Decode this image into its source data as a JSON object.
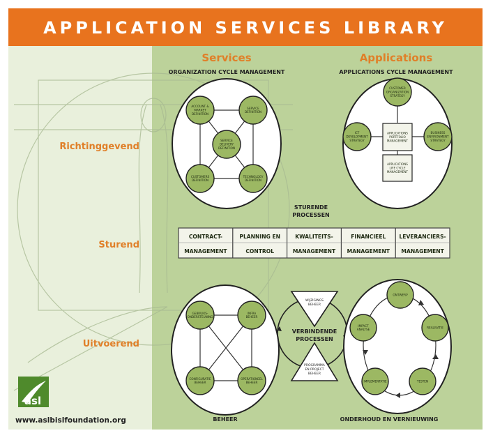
{
  "title": "APPLICATION SERVICES LIBRARY",
  "colors": {
    "banner": "#e8731e",
    "ochre": "#e07f28",
    "panel_green": "#bcd29a",
    "light_panel": "#e9f0dc",
    "node_fill": "#9cb863",
    "ellipse_fill": "#ffffff"
  },
  "columns": {
    "services": "Services",
    "applications": "Applications"
  },
  "subtitles": {
    "services": "ORGANIZATION CYCLE MANAGEMENT",
    "applications": "APPLICATIONS CYCLE MANAGEMENT"
  },
  "row_labels": {
    "richtinggevend": "Richtinggevend",
    "sturend": "Sturend",
    "uitvoerend": "Uitvoerend"
  },
  "organization_cycle": {
    "nodes": [
      [
        "ACCOUNT &",
        "MARKET",
        "DEFINITION"
      ],
      [
        "SERVICE",
        "DELIVERY",
        "DEFINITION"
      ],
      [
        "SERVICE",
        "DEFINITION"
      ],
      [
        "CUSTOMERS",
        "DEFINITION"
      ],
      [
        "TECHNOLOGY",
        "DEFINITION"
      ]
    ]
  },
  "applications_cycle": {
    "nodes": [
      [
        "CUSTOMER",
        "ORGANIZATION",
        "STRATEGY"
      ],
      [
        "ICT",
        "DEVELOPMENT",
        "STRATEGY"
      ],
      [
        "BUSINESS",
        "ENVIRONMENT",
        "STRATEGY"
      ]
    ],
    "boxes": [
      [
        "APPLICATIONS",
        "PORTFOLIO",
        "MANAGEMENT"
      ],
      [
        "APPLICATIONS",
        "LIFE CYCLE",
        "MANAGEMENT"
      ]
    ]
  },
  "sturende": {
    "heading": [
      "STURENDE",
      "PROCESSEN"
    ],
    "cells": [
      [
        "CONTRACT-",
        "MANAGEMENT"
      ],
      [
        "PLANNING EN",
        "CONTROL"
      ],
      [
        "KWALITEITS-",
        "MANAGEMENT"
      ],
      [
        "FINANCIEEL",
        "MANAGEMENT"
      ],
      [
        "LEVERANCIERS-",
        "MANAGEMENT"
      ]
    ]
  },
  "beheer": {
    "nodes": [
      [
        "GEBRUIKS-",
        "ONDERSTEUNING"
      ],
      [
        "INFRA",
        "BEHEER"
      ],
      [
        "CONFIGURATIE",
        "BEHEER"
      ],
      [
        "OPERATIONEEL",
        "BEHEER"
      ]
    ],
    "label": "BEHEER"
  },
  "verbindende": {
    "label": [
      "VERBINDENDE",
      "PROCESSEN"
    ],
    "top_triangle": [
      "WIJZIGINGS",
      "BEHEER"
    ],
    "bottom_triangle": [
      "PROGRAMMA",
      "EN PROJECT",
      "BEHEER"
    ]
  },
  "onderhoud": {
    "nodes": [
      [
        "ONTWERP"
      ],
      [
        "REALISATIE"
      ],
      [
        "TESTEN"
      ],
      [
        "IMPLEMENTATIE"
      ],
      [
        "IMPACT",
        "ANALYSE"
      ]
    ],
    "label": "ONDERHOUD EN VERNIEUWING"
  },
  "logo": {
    "text": "asl"
  },
  "website": "www.aslbislfoundation.org"
}
